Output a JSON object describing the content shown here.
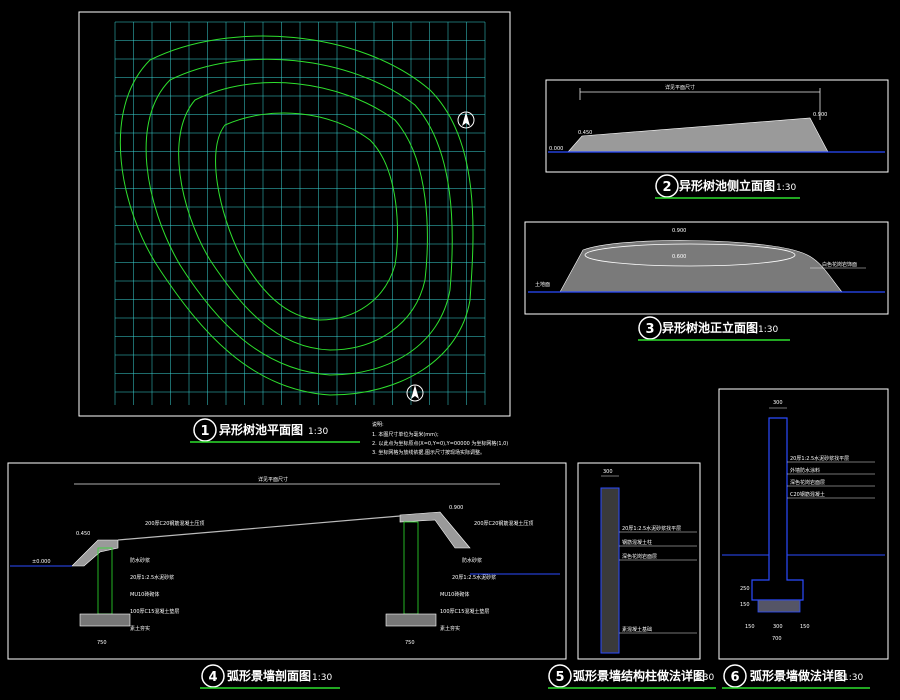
{
  "views": [
    {
      "number": "1",
      "title": "异形树池平面图",
      "scale": "1:30"
    },
    {
      "number": "2",
      "title": "异形树池侧立面图",
      "scale": "1:30"
    },
    {
      "number": "3",
      "title": "异形树池正立面图",
      "scale": "1:30"
    },
    {
      "number": "4",
      "title": "弧形景墙剖面图",
      "scale": "1:30"
    },
    {
      "number": "5",
      "title": "弧形景墙结构柱做法详图",
      "scale": "1:30"
    },
    {
      "number": "6",
      "title": "弧形景墙做法详图",
      "scale": "1:30"
    }
  ],
  "notes": {
    "heading": "说明:",
    "lines": [
      "1. 本图尺寸单位为毫米(mm);",
      "2. 以此点为坐标原点(X=0,Y=0),Y=00000 为坐标网格(1,0)",
      "3. 坐标网格为放线依据,图示尺寸按现场实际调整。"
    ]
  },
  "dimensions": {
    "side_span": "详见平面尺寸",
    "wall_span": "详见平面尺寸",
    "elev_left": "0.450",
    "elev_right": "0.900",
    "elev_ground": "0.000",
    "elev_top": "0.900",
    "elev_mid": "0.600",
    "elev_plus": "±0.000",
    "col_width_5": "300",
    "col_width_6": "300",
    "base_dim_4a": "750",
    "base_dim_4b": "750",
    "dim_6a": "150",
    "dim_6b": "300",
    "dim_6c": "150",
    "dim_6d": "700",
    "dim_6e": "250",
    "dim_6f": "150"
  },
  "callouts": {
    "ground_label": "土地面",
    "facade_finish": "白色花岗岩饰面",
    "wall_a": "200厚C20钢筋混凝土压顶",
    "wall_b": "防水砂浆",
    "wall_c": "20厚1:2.5水泥砂浆",
    "wall_d": "MU10砖砌体",
    "wall_e": "100厚C15混凝土垫层",
    "wall_f": "素土夯实",
    "col_5a": "20厚1:2.5水泥砂浆找平层",
    "col_5b": "钢筋混凝土柱",
    "col_5c": "深色花岗岩面层",
    "col_5d": "素混凝土基础",
    "col_6a": "20厚1:2.5水泥砂浆找平层",
    "col_6b": "外墙防水涂料",
    "col_6c": "深色花岗岩面层",
    "col_6d": "C20钢筋混凝土"
  },
  "colors": {
    "grid": "#3ad6d6",
    "contour": "#2ee02e",
    "label": "#ffffff",
    "frame": "#ffffff",
    "ground": "#2b4bff",
    "fill": "#9a9a9a",
    "dim": "#e8e8e8"
  }
}
